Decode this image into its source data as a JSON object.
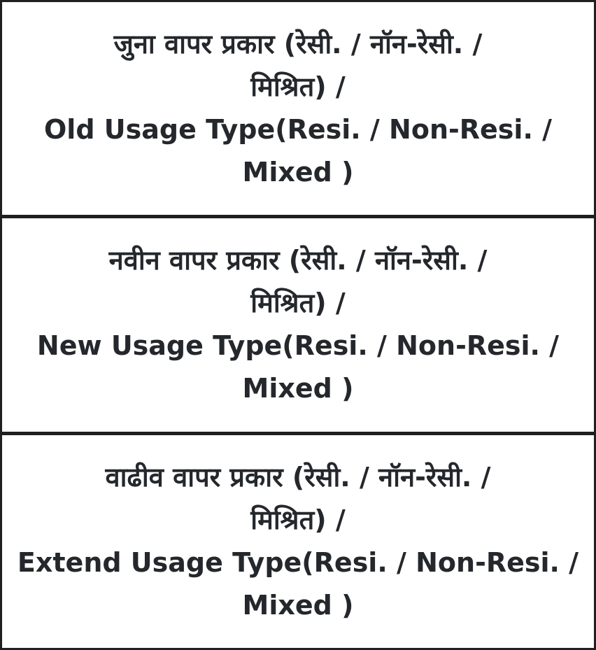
{
  "rows": [
    {
      "lines": [
        "जुना वापर प्रकार (रेसी. / नॉन-रेसी. /",
        "मिश्रित) /",
        "Old Usage Type(Resi. / Non-Resi. /",
        "Mixed )"
      ]
    },
    {
      "lines": [
        "नवीन वापर प्रकार (रेसी. / नॉन-रेसी. /",
        "मिश्रित) /",
        "New Usage Type(Resi. / Non-Resi. /",
        "Mixed )"
      ]
    },
    {
      "lines": [
        "वाढीव वापर प्रकार (रेसी. / नॉन-रेसी. /",
        "मिश्रित) /",
        "Extend Usage Type(Resi. / Non-Resi. /",
        "Mixed )"
      ]
    }
  ]
}
